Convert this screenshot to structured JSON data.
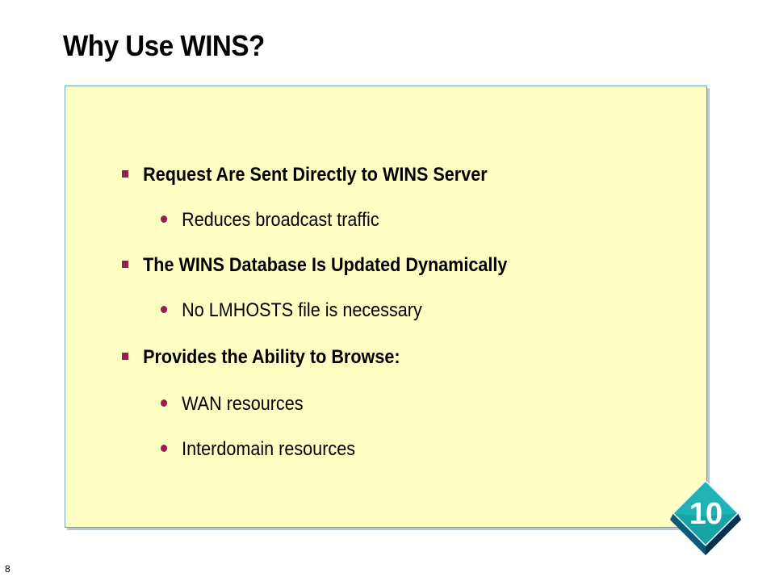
{
  "slide": {
    "title": "Why Use WINS?",
    "page_number": "8",
    "module_badge": "10"
  },
  "bullets": [
    {
      "level": 1,
      "text": "Request Are Sent Directly to WINS Server"
    },
    {
      "level": 2,
      "text": "Reduces broadcast traffic"
    },
    {
      "level": 1,
      "text": "The WINS Database Is Updated Dynamically"
    },
    {
      "level": 2,
      "text": "No LMHOSTS file is necessary"
    },
    {
      "level": 1,
      "text": "Provides the Ability to Browse:"
    },
    {
      "level": 2,
      "text": "WAN resources"
    },
    {
      "level": 2,
      "text": "Interdomain resources"
    }
  ],
  "colors": {
    "content_background": "#ffffc4",
    "content_border": "#6aa8b8",
    "bullet": "#9b1e52",
    "badge_fill": "#0f9a9a",
    "badge_dark": "#0b3f66"
  },
  "icons": {
    "level1_bullet": "square-bullet-icon",
    "level2_bullet": "round-bullet-icon",
    "badge": "diamond-badge-icon"
  }
}
